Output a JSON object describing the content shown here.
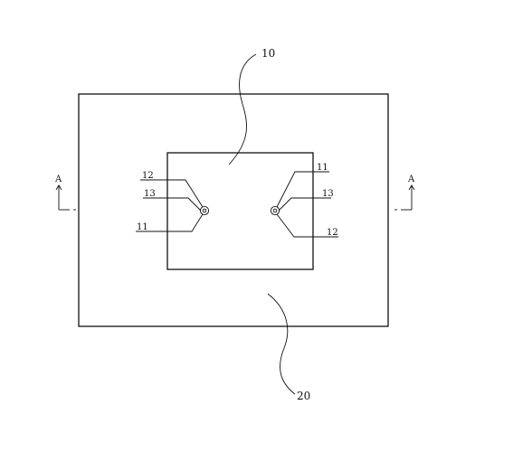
{
  "labels": {
    "inner_body": "10",
    "outer_body": "20",
    "left_12": "12",
    "left_13": "13",
    "left_11": "11",
    "right_11": "11",
    "right_13": "13",
    "right_12": "12",
    "section_left": "A",
    "section_right": "A"
  }
}
